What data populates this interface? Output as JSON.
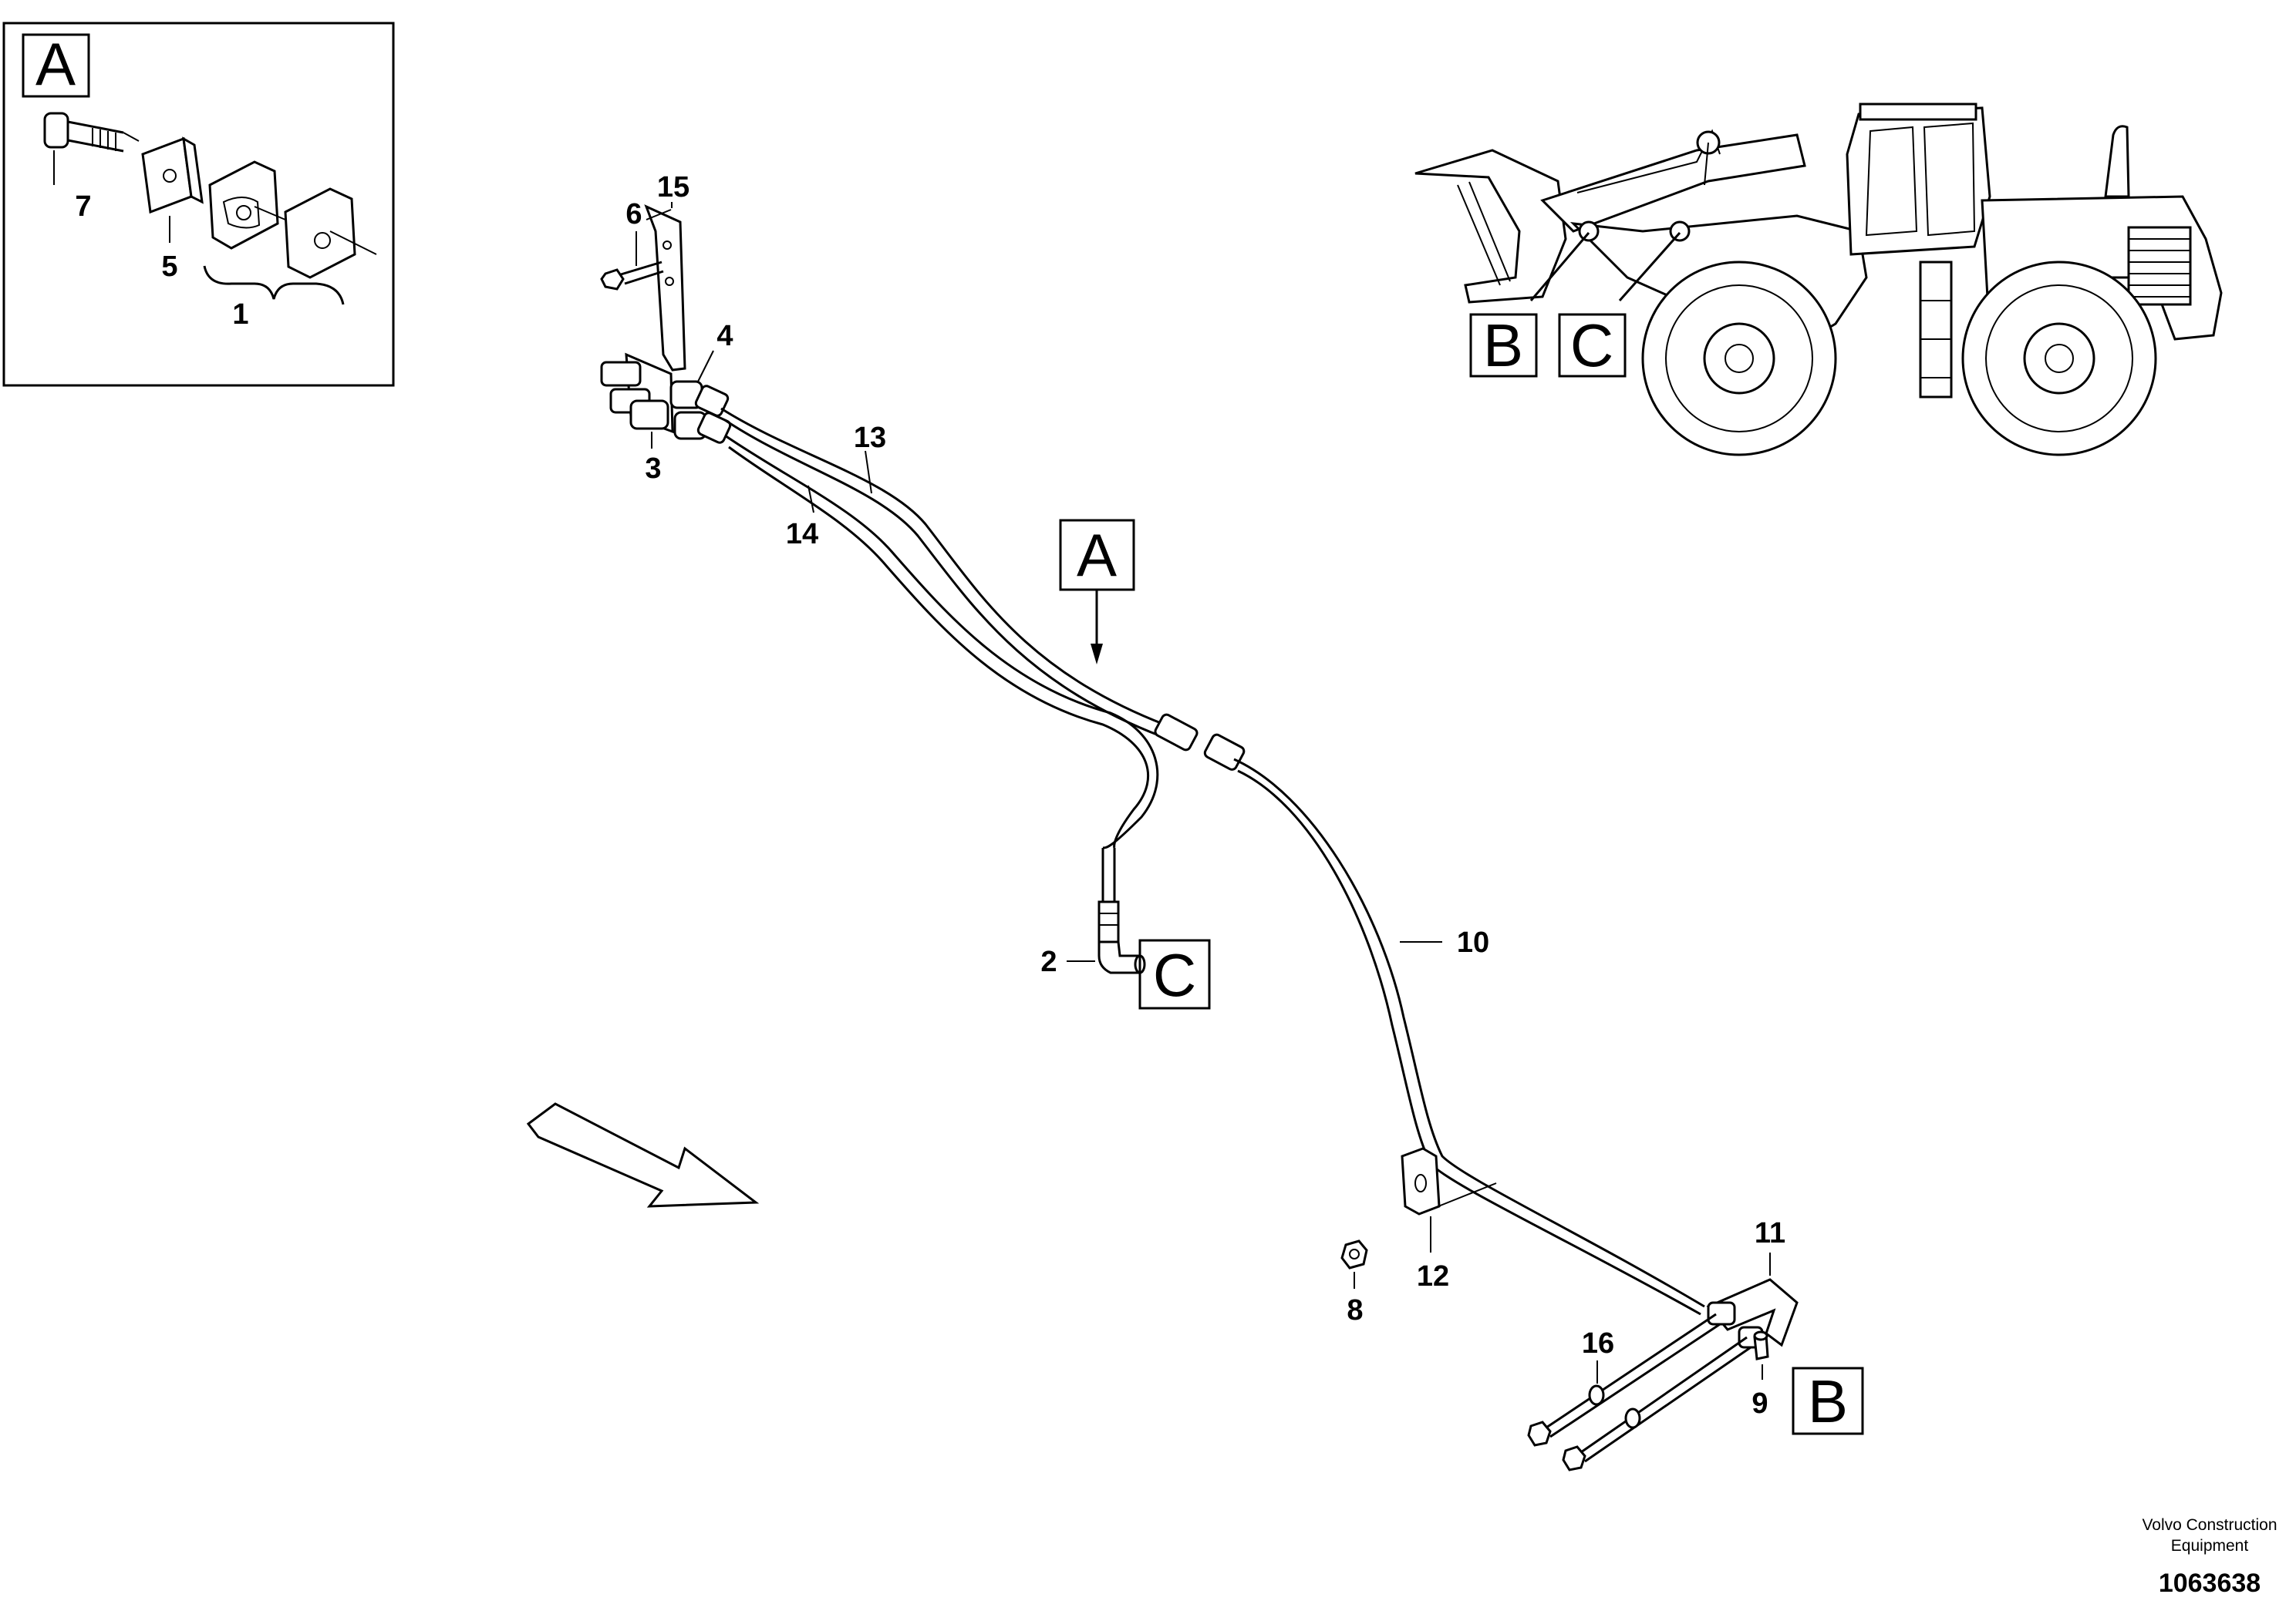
{
  "detail_box": {
    "label": "A",
    "part_numbers": {
      "p7": "7",
      "p5": "5",
      "p1": "1"
    }
  },
  "callouts": {
    "p15": "15",
    "p6": "6",
    "p4": "4",
    "p3": "3",
    "p13": "13",
    "p14": "14",
    "p2": "2",
    "p10": "10",
    "p11": "11",
    "p12": "12",
    "p8": "8",
    "p16": "16",
    "p9": "9"
  },
  "view_markers": {
    "a": "A",
    "b": "B",
    "c": "C"
  },
  "machine_markers": {
    "b": "B",
    "c": "C"
  },
  "footer": {
    "brand_line1": "Volvo Construction",
    "brand_line2": "Equipment",
    "doc_number": "1063638"
  },
  "icons": [
    "bolt-icon",
    "washer-icon",
    "clamp-icon",
    "wheel-loader-icon",
    "direction-arrow-icon",
    "nipple-icon",
    "elbow-fitting-icon",
    "nut-icon"
  ]
}
